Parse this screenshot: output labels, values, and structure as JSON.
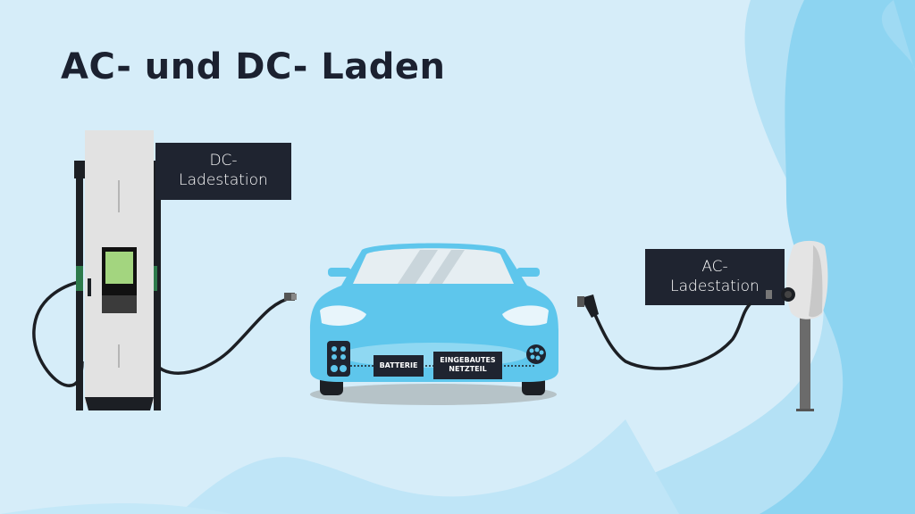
{
  "title": "AC- und DC- Laden",
  "dc_station": {
    "label_line1": "DC-",
    "label_line2": "Ladestation"
  },
  "ac_station": {
    "label_line1": "AC-",
    "label_line2": "Ladestation"
  },
  "car": {
    "battery_label": "BATTERIE",
    "charger_label_line1": "EINGEBAUTES",
    "charger_label_line2": "NETZTEIL"
  },
  "colors": {
    "background": "#d6edf9",
    "wave_light": "#b4e1f5",
    "wave_mid": "#8dd4f1",
    "car_body": "#5ec6ec",
    "label_bg": "#1f2430",
    "title": "#1b2130",
    "screen": "#a3d57f"
  }
}
